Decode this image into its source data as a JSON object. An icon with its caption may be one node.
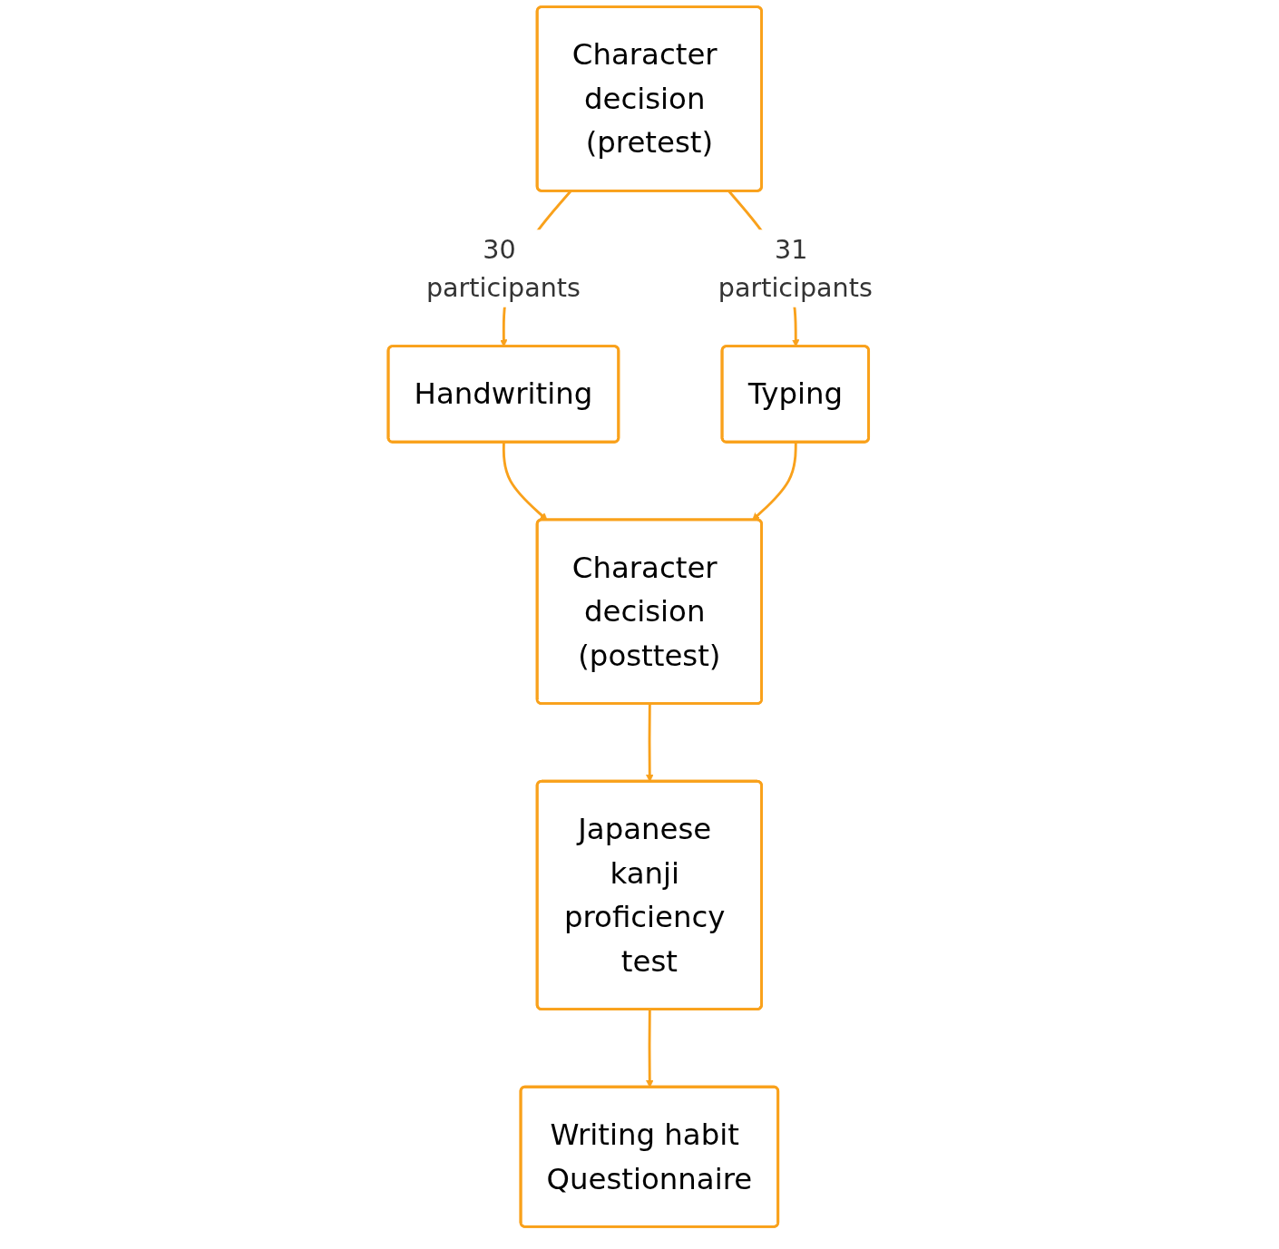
{
  "diagram": {
    "nodes": [
      {
        "text": [
          "Character decision (pretest)"
        ]
      },
      {
        "text": [
          "Handwriting"
        ]
      },
      {
        "text": [
          "Typing"
        ]
      },
      {
        "text": [
          "Character decision (posttest)"
        ]
      },
      {
        "text": [
          "Japanese kanji proficiency test"
        ]
      },
      {
        "text": [
          "Writing habit Questionnaire"
        ]
      }
    ],
    "edges": [
      {
        "from": 0,
        "to": 1,
        "arrow": "to",
        "label": "30 participants"
      },
      {
        "from": 0,
        "to": 2,
        "arrow": "to",
        "label": "31 participants"
      },
      {
        "from": 1,
        "to": 3,
        "arrow": "to"
      },
      {
        "from": 2,
        "to": 3,
        "arrow": "to"
      },
      {
        "from": 3,
        "to": 4,
        "arrow": "to"
      },
      {
        "from": 4,
        "to": 5,
        "arrow": "to"
      }
    ]
  }
}
